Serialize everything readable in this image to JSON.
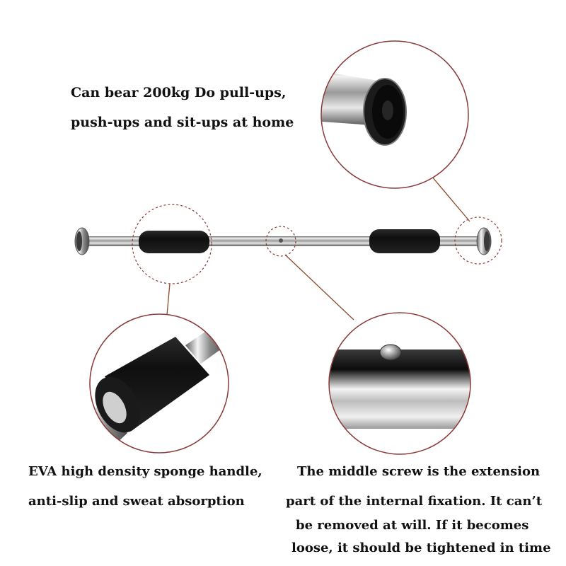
{
  "captions": {
    "load": {
      "line1": "Can bear 200kg Do pull-ups,",
      "line2": "push-ups and sit-ups at home"
    },
    "handle": {
      "line1": "EVA high density sponge handle,",
      "line2": "anti-slip and sweat absorption"
    },
    "screw": {
      "line1": "The middle screw is the extension",
      "line2": "part of the internal fixation. It can’t",
      "line3": "be removed at will. If it becomes",
      "line4": "loose, it should be tightened in time"
    }
  },
  "colors": {
    "callout_ring": "#8b3a3a",
    "leader_line": "#8b4a2a",
    "foam": "#141414",
    "chrome_light": "#f2f2f2",
    "chrome_dark": "#6d6d6d"
  }
}
